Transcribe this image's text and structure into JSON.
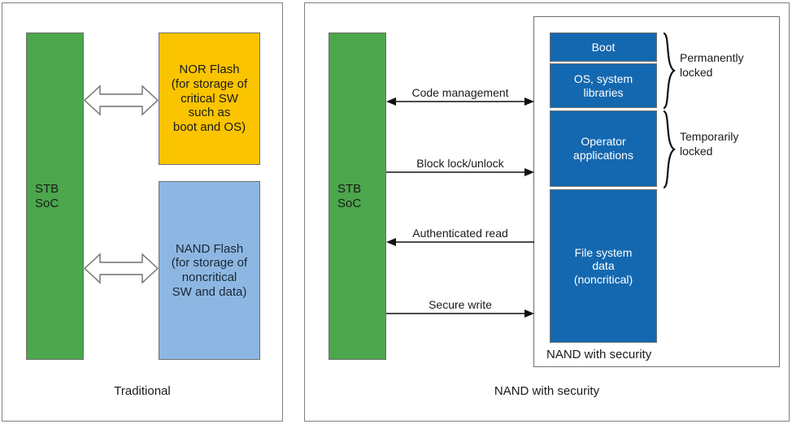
{
  "figure": {
    "title": "",
    "panels": [
      {
        "id": "traditional",
        "caption": "Traditional",
        "soc": {
          "line1": "STB",
          "line2": "SoC",
          "color": "#4ca64c"
        },
        "memories": [
          {
            "name": "nor-flash",
            "color": "#fbc400",
            "lines": [
              "NOR Flash",
              "(for storage of",
              "critical SW",
              "such as",
              "boot and OS)"
            ]
          },
          {
            "name": "nand-flash",
            "color": "#8db7e2",
            "lines": [
              "NAND Flash",
              "(for storage of",
              "noncritical",
              "SW and data)"
            ]
          }
        ],
        "connections": [
          {
            "name": "soc-to-nor",
            "style": "block-double-arrow",
            "label": ""
          },
          {
            "name": "soc-to-nand",
            "style": "block-double-arrow",
            "label": ""
          }
        ]
      },
      {
        "id": "nand-with-security",
        "caption": "NAND with security",
        "soc": {
          "line1": "STB",
          "line2": "SoC",
          "color": "#4ca64c"
        },
        "device": {
          "label": "NAND with security",
          "partition_color": "#1468b0",
          "partitions": [
            {
              "name": "boot",
              "lines": [
                "Boot"
              ]
            },
            {
              "name": "os-system-libraries",
              "lines": [
                "OS, system",
                "libraries"
              ]
            },
            {
              "name": "operator-applications",
              "lines": [
                "Operator",
                "applications"
              ]
            },
            {
              "name": "file-system-data",
              "lines": [
                "File system",
                "data",
                "(noncritical)"
              ]
            }
          ]
        },
        "brace_annotations": [
          {
            "name": "permanently-locked",
            "lines": [
              "Permanently",
              "locked"
            ],
            "covers": [
              "boot",
              "os-system-libraries"
            ]
          },
          {
            "name": "temporarily-locked",
            "lines": [
              "Temporarily",
              "locked"
            ],
            "covers": [
              "operator-applications"
            ]
          }
        ],
        "flows": [
          {
            "name": "code-management",
            "label": "Code management",
            "direction": "both"
          },
          {
            "name": "block-lock-unlock",
            "label": "Block lock/unlock",
            "direction": "right"
          },
          {
            "name": "authenticated-read",
            "label": "Authenticated read",
            "direction": "left"
          },
          {
            "name": "secure-write",
            "label": "Secure write",
            "direction": "right"
          }
        ]
      }
    ]
  },
  "colors": {
    "soc_green": "#4ca64c",
    "nor_yellow": "#fbc400",
    "nand_light_blue": "#8db7e2",
    "partition_blue": "#1468b0",
    "border_gray": "#6f6f6f",
    "text_dark": "#1a1a1a"
  }
}
